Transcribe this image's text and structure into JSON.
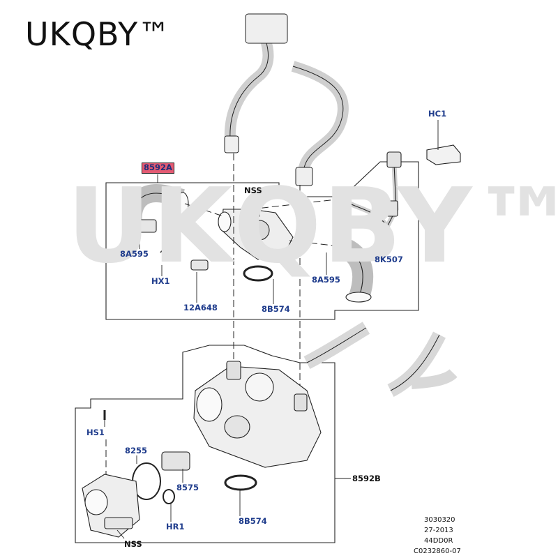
{
  "brand": "UKQBY™",
  "watermark": "UKQBY™",
  "callouts": {
    "c_8592A": "8592A",
    "c_nss_top": "NSS",
    "c_hc1": "HC1",
    "c_8a595_left": "8A595",
    "c_hx1": "HX1",
    "c_12a648": "12A648",
    "c_8b574_top": "8B574",
    "c_8a595_right": "8A595",
    "c_8k507": "8K507",
    "c_hs1": "HS1",
    "c_8255": "8255",
    "c_8575": "8575",
    "c_hr1": "HR1",
    "c_8b574_bottom": "8B574",
    "c_8592b": "8592B",
    "c_nss_bottom": "NSS"
  },
  "footer": [
    "3030320",
    "27-2013",
    "44DD0R",
    "C0232860-07"
  ],
  "colors": {
    "callout": "#1f3c8c",
    "highlight": "#e35a72",
    "watermark": "#e2e2e2"
  }
}
